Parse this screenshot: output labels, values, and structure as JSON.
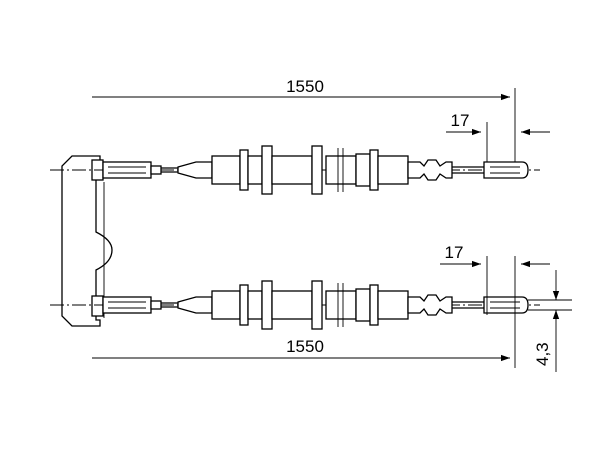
{
  "dimensions": {
    "top_length": "1550",
    "bottom_length": "1550",
    "top_end": "17",
    "bottom_end": "17",
    "offset": "4,3"
  }
}
